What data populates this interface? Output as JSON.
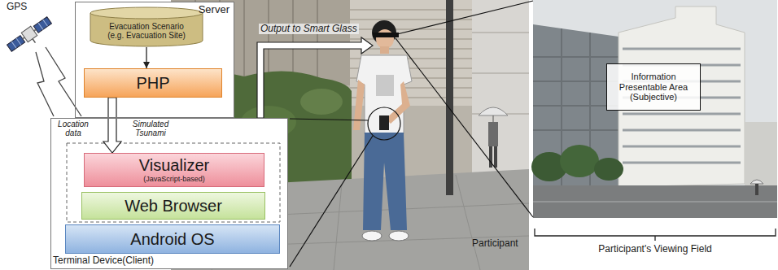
{
  "diagram": {
    "nodes": [
      {
        "text": [
          "Server"
        ]
      },
      {
        "text": [
          "Evacuation Scenario (e.g. Evacuation Site)"
        ],
        "in": 0
      },
      {
        "text": [
          "PHP"
        ],
        "in": 0
      },
      {
        "text": [
          "Terminal Device(Client)"
        ]
      },
      {
        "text": [
          "Visualizer",
          "(JavaScript-based)"
        ],
        "in": 3
      },
      {
        "text": [
          "Web Browser"
        ],
        "in": 3
      },
      {
        "text": [
          "Android OS"
        ],
        "in": 3
      },
      {
        "text": [
          "Information Presentable Area (Subjective)"
        ]
      }
    ],
    "edges": [
      {
        "from": 1,
        "to": 2,
        "arrow": "to"
      },
      {
        "from": 2,
        "to": 4,
        "arrow": "to"
      }
    ],
    "labels": [
      "GPS",
      "Location data",
      "Simulated Tsunami",
      "Output to Smart Glass",
      "Participant",
      "Participant's Viewing Field"
    ]
  }
}
